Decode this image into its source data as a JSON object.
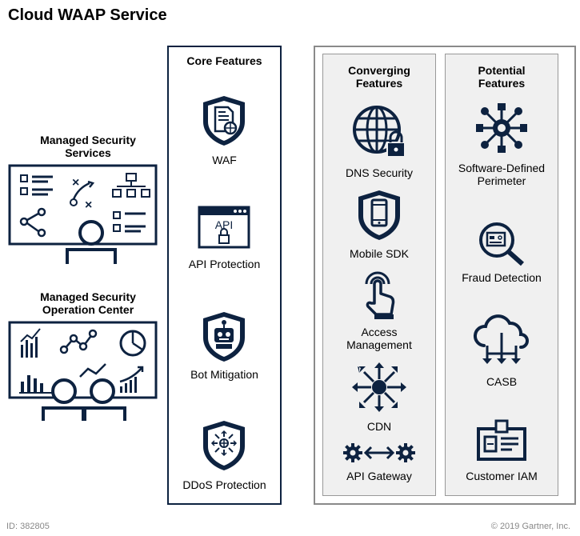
{
  "title": "Cloud WAAP Service",
  "footer": {
    "id": "ID: 382805",
    "copyright": "© 2019 Gartner, Inc."
  },
  "left": {
    "mss_label": "Managed Security\nServices",
    "msoc_label": "Managed Security\nOperation Center"
  },
  "core": {
    "heading": "Core Features",
    "items": [
      {
        "label": "WAF",
        "icon": "shield-document-icon"
      },
      {
        "label": "API Protection",
        "icon": "api-window-icon",
        "icon_text": "API"
      },
      {
        "label": "Bot Mitigation",
        "icon": "robot-shield-icon"
      },
      {
        "label": "DDoS Protection",
        "icon": "ddos-shield-icon"
      }
    ]
  },
  "converging": {
    "heading": "Converging\nFeatures",
    "items": [
      {
        "label": "DNS Security",
        "icon": "globe-lock-icon"
      },
      {
        "label": "Mobile SDK",
        "icon": "mobile-shield-icon"
      },
      {
        "label": "Access\nManagement",
        "icon": "touch-access-icon"
      },
      {
        "label": "CDN",
        "icon": "cdn-network-icon"
      },
      {
        "label": "API Gateway",
        "icon": "gear-arrows-icon"
      }
    ]
  },
  "potential": {
    "heading": "Potential\nFeatures",
    "items": [
      {
        "label": "Software-Defined\nPerimeter",
        "icon": "network-hub-icon"
      },
      {
        "label": "Fraud Detection",
        "icon": "magnifier-card-icon"
      },
      {
        "label": "CASB",
        "icon": "cloud-arrows-icon"
      },
      {
        "label": "Customer IAM",
        "icon": "id-badge-icon"
      }
    ]
  },
  "colors": {
    "navy": "#0d2240",
    "panel_gray": "#f0f0f0",
    "panel_border": "#888888"
  }
}
